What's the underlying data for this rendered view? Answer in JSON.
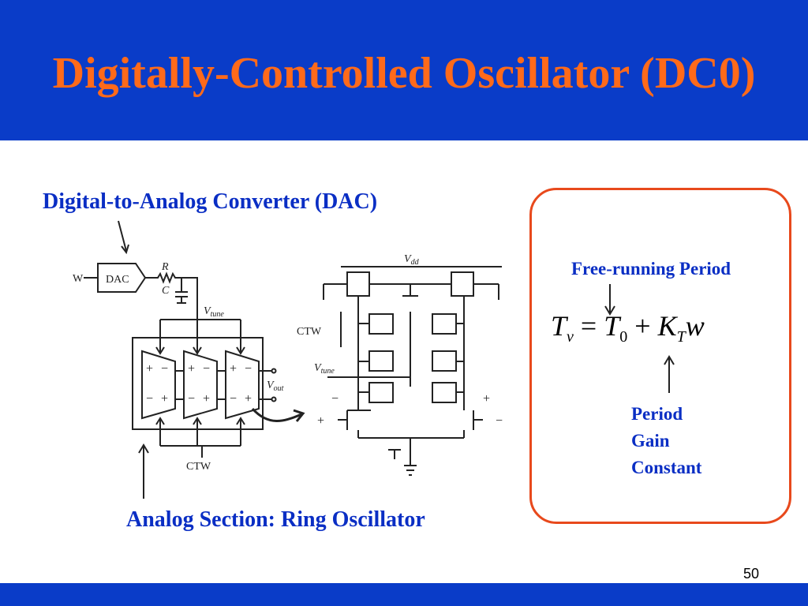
{
  "title": "Digitally-Controlled Oscillator (DC0)",
  "page_number": "50",
  "labels": {
    "dac": "Digital-to-Analog Converter (DAC)",
    "analog": "Analog Section: Ring Oscillator",
    "free_running": "Free-running Period",
    "gain_lines": [
      "Period",
      "Gain",
      "Constant"
    ]
  },
  "equation": {
    "lhs": "T",
    "lhs_sub": "v",
    "eq": "=",
    "t0": "T",
    "t0_sub": "0",
    "plus": "+",
    "k": "K",
    "k_sub": "T",
    "w": "w"
  },
  "schematic": {
    "w_in": "W",
    "dac_box": "DAC",
    "r": "R",
    "c": "C",
    "vtune": "V",
    "vtune_sub": "tune",
    "vout": "V",
    "vout_sub": "out",
    "ctw": "CTW",
    "vdd": "V",
    "vdd_sub": "dd",
    "ctw_right": "CTW",
    "vtune2": "V",
    "vtune2_sub": "tune",
    "plus": "+",
    "minus": "−"
  },
  "colors": {
    "header": "#0a3cc8",
    "title": "#ff6a1a",
    "label_blue": "#0a2ec4",
    "panel_border": "#e8491c"
  }
}
